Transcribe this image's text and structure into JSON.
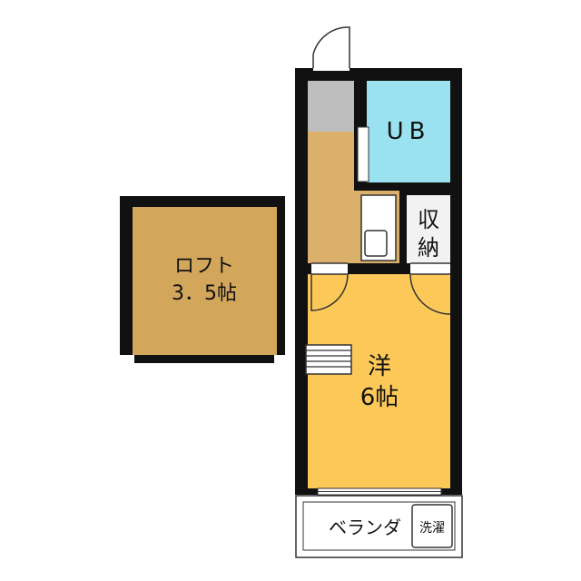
{
  "rooms": {
    "unit_bath": "UB",
    "storage_line1": "収",
    "storage_line2": "納",
    "western_room_line1": "洋",
    "western_room_line2": "6帖",
    "loft_line1": "ロフト",
    "loft_line2": "3．5帖",
    "veranda": "ベランダ",
    "washer": "洗濯"
  },
  "colors": {
    "wall": "#111111",
    "western_room": "#fcc959",
    "kitchen": "#dbb06b",
    "loft": "#d2a75c",
    "unit_bath": "#9ae2f0",
    "entrance": "#bdbdbd",
    "storage": "#f2f2f2"
  }
}
